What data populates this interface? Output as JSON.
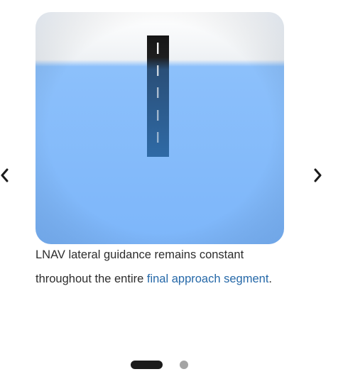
{
  "carousel": {
    "prev_icon": "chevron-left-icon",
    "next_icon": "chevron-right-icon",
    "caption": {
      "text_before": "LNAV lateral guidance remains constant throughout the entire ",
      "link_text": "final approach segment",
      "text_after": "."
    },
    "pagination": {
      "current": 1,
      "total": 2
    },
    "colors": {
      "sky": "#ffffff",
      "ground": "#7fb8fb",
      "runway": "#2f6aa6",
      "link": "#2568a8",
      "active_dot": "#1b1b1b",
      "inactive_dot": "#a4a4a4"
    }
  }
}
